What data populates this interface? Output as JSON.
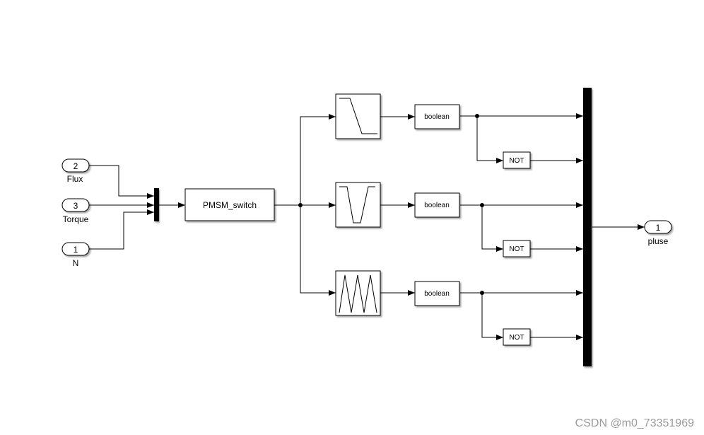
{
  "inports": [
    {
      "number": "2",
      "label": "Flux"
    },
    {
      "number": "3",
      "label": "Torque"
    },
    {
      "number": "1",
      "label": "N"
    }
  ],
  "subsystem": {
    "label": "PMSM_switch"
  },
  "lookup_blocks": [
    {
      "icon": "falling-ramp-icon"
    },
    {
      "icon": "trapezoid-wave-icon"
    },
    {
      "icon": "triangle-wave-icon"
    }
  ],
  "conversion_blocks": [
    {
      "label": "boolean"
    },
    {
      "label": "boolean"
    },
    {
      "label": "boolean"
    }
  ],
  "not_blocks": [
    {
      "label": "NOT"
    },
    {
      "label": "NOT"
    },
    {
      "label": "NOT"
    }
  ],
  "outport": {
    "number": "1",
    "label": "pluse"
  },
  "watermark": "CSDN @m0_73351969"
}
